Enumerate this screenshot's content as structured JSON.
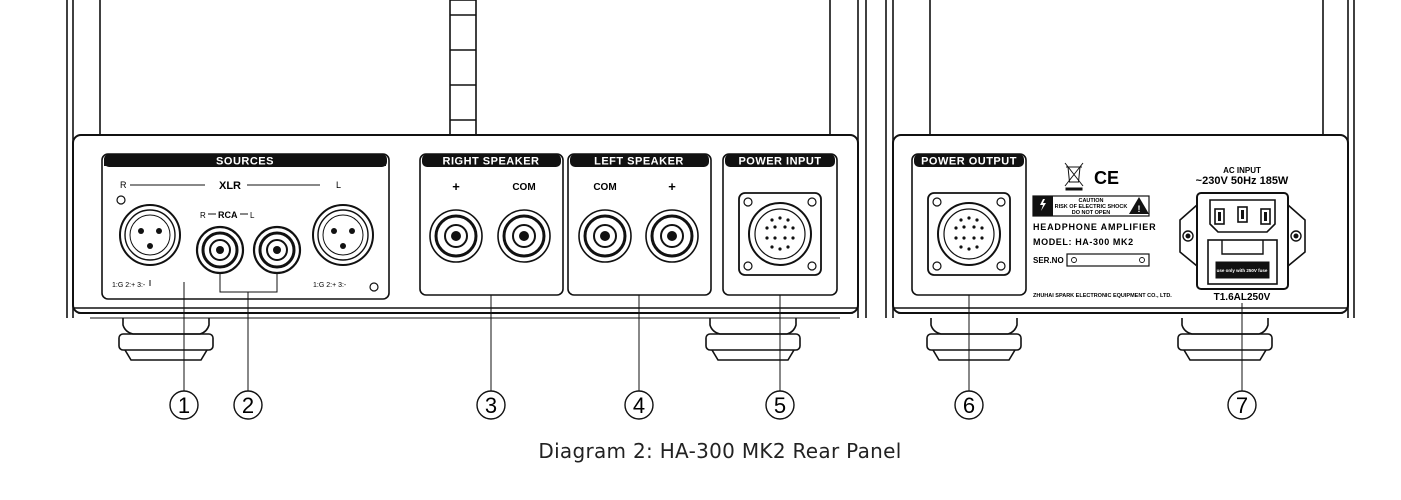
{
  "caption": "Diagram 2: HA-300 MK2 Rear Panel",
  "sections": {
    "sources": "SOURCES",
    "right_speaker": "RIGHT SPEAKER",
    "left_speaker": "LEFT SPEAKER",
    "power_input": "POWER INPUT",
    "power_output": "POWER OUTPUT"
  },
  "sources": {
    "xlr_label": "XLR",
    "rca_label": "RCA",
    "r": "R",
    "l": "L",
    "pin_label_left": "1:G  2:+  3:-",
    "pin_label_right": "1:G  2:+  3:-"
  },
  "speaker": {
    "plus": "+",
    "com": "COM"
  },
  "label_plate": {
    "ce": "CE",
    "caution": "CAUTION",
    "caution_line2": "RISK OF ELECTRIC SHOCK",
    "caution_line3": "DO NOT OPEN",
    "product": "HEADPHONE AMPLIFIER",
    "model": "MODEL: HA-300 MK2",
    "serial": "SER.NO",
    "maker": "ZHUHAI SPARK ELECTRONIC EQUIPMENT CO., LTD."
  },
  "ac_input": {
    "title": "AC INPUT",
    "rating": "~230V 50Hz 185W",
    "fuse_note": "use only with 250V fuse",
    "fuse": "T1.6AL250V"
  },
  "callouts": [
    "1",
    "2",
    "3",
    "4",
    "5",
    "6",
    "7"
  ]
}
